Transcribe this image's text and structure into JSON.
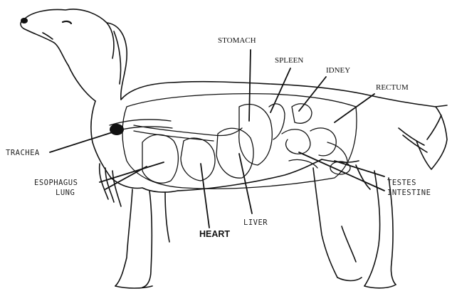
{
  "diagram": {
    "labels": {
      "stomach": "STOMACH",
      "spleen": "SPLEEN",
      "kidney": "IDNEY",
      "rectum": "RECTUM",
      "trachea": "TRACHEA",
      "esophagus": "ESOPHAGUS",
      "lung": "LUNG",
      "testes": "TESTES",
      "intestine": "INTESTINE",
      "liver": "LIVER",
      "heart": "HEART"
    },
    "colors": {
      "ink": "#111111",
      "background": "#ffffff"
    }
  }
}
